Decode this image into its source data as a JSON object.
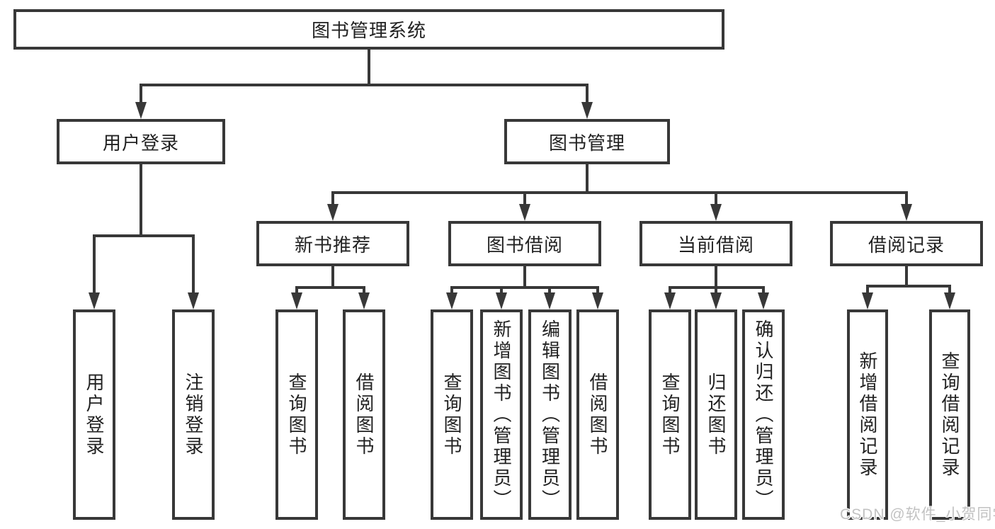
{
  "nodes": {
    "root": "图书管理系统",
    "level2": [
      "用户登录",
      "图书管理"
    ],
    "level3": [
      "新书推荐",
      "图书借阅",
      "当前借阅",
      "借阅记录"
    ],
    "user_login_children": [
      "用户登录",
      "注销登录"
    ],
    "new_book_children": [
      "查询图书",
      "借阅图书"
    ],
    "book_borrow_children": [
      "查询图书",
      "新增图书（管理员）",
      "编辑图书（管理员）",
      "借阅图书"
    ],
    "current_borrow_children": [
      "查询图书",
      "归还图书",
      "确认归还（管理员）"
    ],
    "borrow_record_children": [
      "新增借阅记录",
      "查询借阅记录"
    ]
  },
  "watermark": "CSDN @软件_小贺同学",
  "colors": {
    "line": "#383838",
    "border": "#383838",
    "text": "#222222",
    "watermark": "#c2c2c2",
    "background": "#ffffff"
  }
}
